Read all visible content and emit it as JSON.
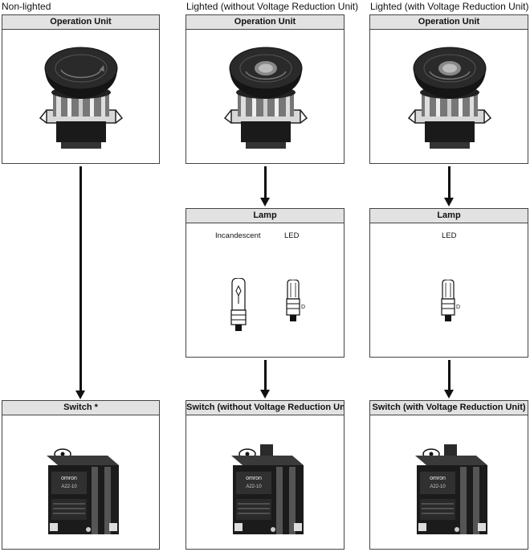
{
  "columns": [
    {
      "title": "Non-lighted",
      "operation_unit": "Operation Unit",
      "switch": "Switch *"
    },
    {
      "title": "Lighted (without Voltage Reduction Unit)",
      "operation_unit": "Operation Unit",
      "lamp": {
        "title": "Lamp",
        "options": [
          "Incandescent",
          "LED"
        ]
      },
      "switch": "Switch (without Voltage Reduction Unit)"
    },
    {
      "title": "Lighted (with Voltage Reduction Unit)",
      "operation_unit": "Operation Unit",
      "lamp": {
        "title": "Lamp",
        "options": [
          "LED"
        ]
      },
      "switch": "Switch (with Voltage Reduction Unit)"
    }
  ],
  "illustrations": {
    "switch_brand": "omron",
    "switch_model": "A22-10",
    "led_mark": "D"
  },
  "icons": [
    "mushroom-button-icon",
    "incandescent-lamp-icon",
    "led-lamp-icon",
    "switch-block-icon",
    "arrow-down-icon"
  ]
}
